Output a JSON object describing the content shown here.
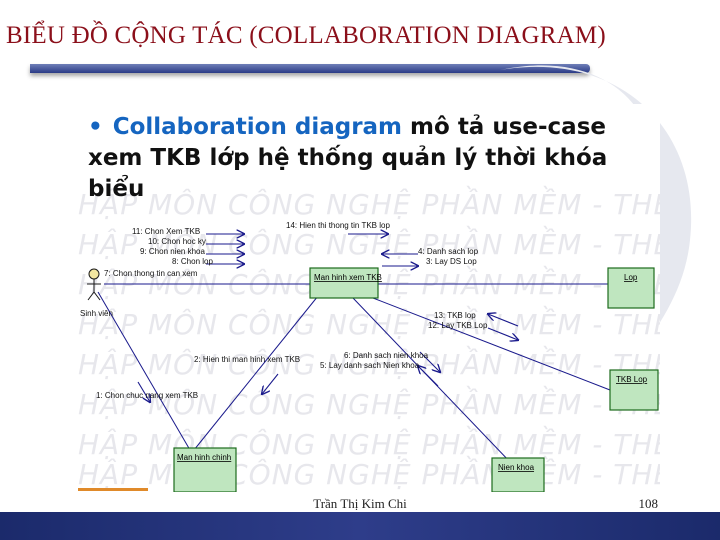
{
  "slide": {
    "title": "BIỂU ĐỒ CỘNG TÁC (COLLABORATION DIAGRAM)",
    "author": "Trần Thị Kim Chi",
    "page_number": "108"
  },
  "bullet": {
    "accent": "Collaboration diagram",
    "rest": " mô tả use-case xem TKB lớp hệ thống quản lý thời khóa biểu"
  },
  "watermark": "HẬP MÔN CÔNG NGHỆ PHẦN MỀM - THB - ĐHSP TP.HCM",
  "diagram": {
    "actor": "Sinh viên",
    "objects": {
      "man_hinh_xem_tkb": "Man hinh xem TKB",
      "lop": "Lop",
      "tkb_lop": "TKB Lop",
      "man_hinh_chinh": "Man hinh chinh",
      "nien_khoa": "Nien khoa"
    },
    "messages": {
      "m14": "14: Hien thi thong tin TKB lop",
      "m11": "11: Chon Xem TKB",
      "m10": "10: Chon hoc ky",
      "m9": "9: Chon nien khoa",
      "m8": "8: Chon lop",
      "m7": "7: Chon thong tin can xem",
      "m4": "4: Danh sach lop",
      "m3": "3: Lay DS Lop",
      "m13": "13: TKB lop",
      "m12": "12: Lay TKB Lop",
      "m6": "6: Danh sach nien khoa",
      "m5": "5: Lay danh sach Nien khoa",
      "m2": "2: Hien thi man hinh xem TKB",
      "m1": "1: Chon chuc nang xem TKB"
    }
  },
  "colors": {
    "title": "#8b0f1a",
    "accent": "#1565c0",
    "box_fill": "#bfe6bf",
    "arrow": "#1a1a8c",
    "footer": "#1b2a6b"
  }
}
